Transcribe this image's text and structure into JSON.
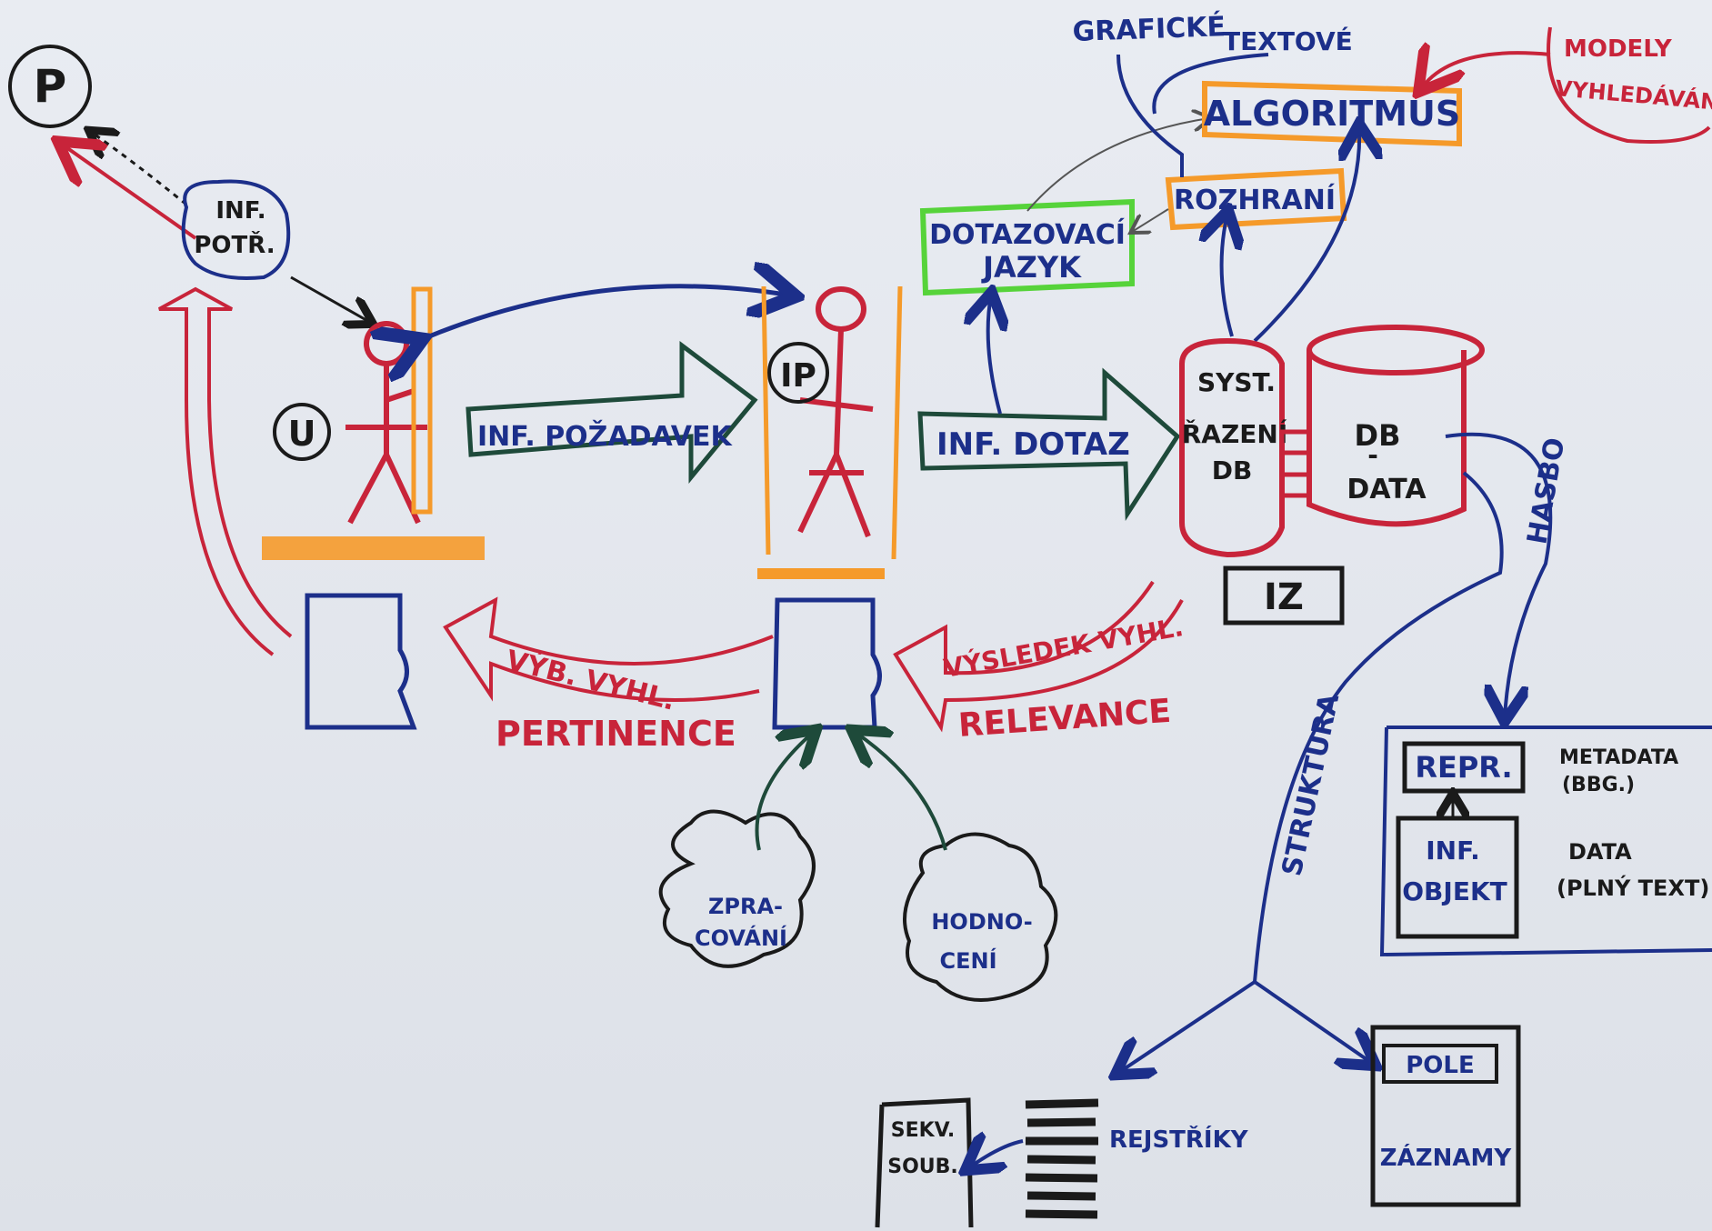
{
  "labels": {
    "p": "P",
    "inf_potr_1": "INF.",
    "inf_potr_2": "POTŘ.",
    "u": "U",
    "ip": "IP",
    "inf_pozadavek": "INF. POŽADAVEK",
    "inf_dotaz": "INF. DOTAZ",
    "dotazovaci_1": "DOTAZOVACÍ",
    "dotazovaci_2": "JAZYK",
    "rozhrani": "ROZHRANÍ",
    "algoritmus": "ALGORITMUS",
    "graficke": "GRAFICKÉ",
    "textove": "TEXTOVÉ",
    "modely_1": "MODELY",
    "modely_2": "VYHLEDÁVÁNÍ",
    "syst_1": "SYST.",
    "syst_2": "ŘAZENÍ",
    "syst_3": "DB",
    "db_1": "DB",
    "db_2": "-",
    "db_3": "DATA",
    "iz": "IZ",
    "hasbo": "HASBO",
    "struktura": "STRUKTURA",
    "vyb_vyhl": "VÝB. VYHL.",
    "pertinence": "PERTINENCE",
    "vysledek": "VÝSLEDEK VYHL.",
    "relevance": "RELEVANCE",
    "zpracovani_1": "ZPRA-",
    "zpracovani_2": "COVÁNÍ",
    "hodnoceni_1": "HODNO-",
    "hodnoceni_2": "CENÍ",
    "repr": "REPR.",
    "metadata_1": "METADATA",
    "metadata_2": "(BBG.)",
    "inf_objekt_1": "INF.",
    "inf_objekt_2": "OBJEKT",
    "data_1": "DATA",
    "data_2": "(PLNÝ TEXT)",
    "pole": "POLE",
    "zaznamy": "ZÁZNAMY",
    "rejstriky": "REJSTŘÍKY",
    "sekv_1": "SEKV.",
    "sekv_2": "SOUB."
  },
  "colors": {
    "blue": "#1c2f8a",
    "red": "#c8243a",
    "orange": "#f59a2a",
    "green": "#56d33a",
    "dark_green": "#1e4a3a",
    "black": "#1a1a1a"
  }
}
